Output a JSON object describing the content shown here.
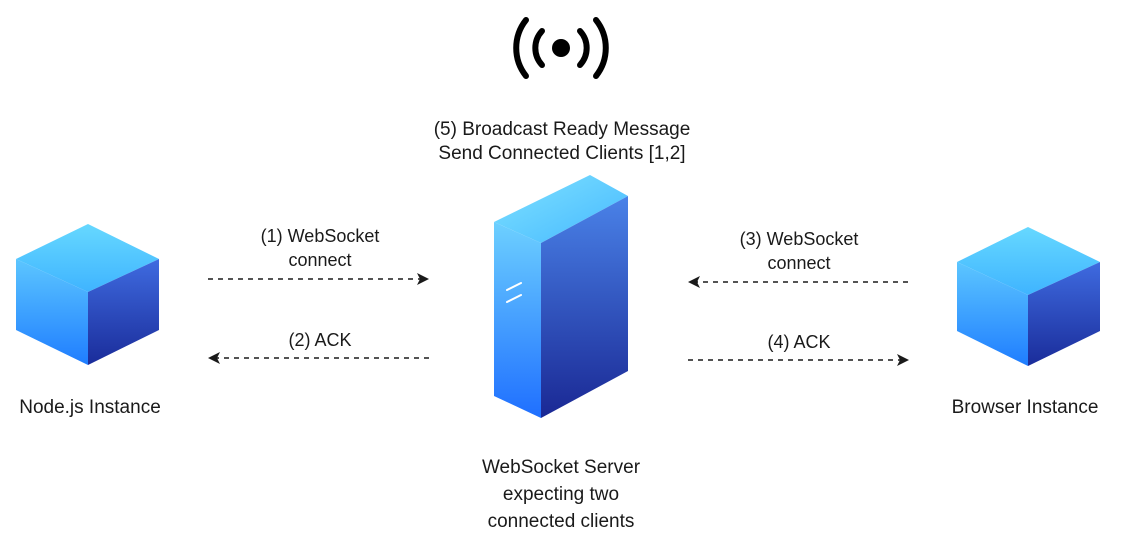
{
  "broadcast": {
    "icon": "broadcast-icon",
    "line1": "(5) Broadcast Ready Message",
    "line2": "Send Connected Clients [1,2]"
  },
  "node_client": {
    "icon": "cube-icon",
    "label": "Node.js Instance"
  },
  "browser_client": {
    "icon": "cube-icon",
    "label": "Browser Instance"
  },
  "server": {
    "icon": "server-tower-icon",
    "line1": "WebSocket Server",
    "line2": "expecting two",
    "line3": "connected clients"
  },
  "edges": {
    "step1": {
      "line1": "(1) WebSocket",
      "line2": "connect"
    },
    "step2": {
      "line1": "(2) ACK"
    },
    "step3": {
      "line1": "(3) WebSocket",
      "line2": "connect"
    },
    "step4": {
      "line1": "(4) ACK"
    }
  },
  "colors": {
    "cube_top": "#5fd3ff",
    "cube_left": "#3aa0ff",
    "cube_right": "#1e3fb0",
    "server_light": "#7fe0ff",
    "server_dark": "#1a2fa0",
    "arrow": "#1a1a1a"
  }
}
